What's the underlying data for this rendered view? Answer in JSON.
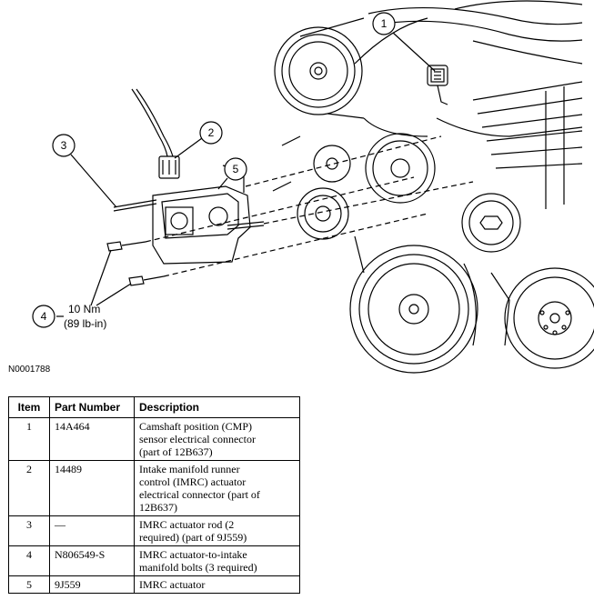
{
  "figure": {
    "id": "N0001788",
    "callouts": [
      "1",
      "2",
      "3",
      "4",
      "5"
    ],
    "torque": {
      "nm": "10 Nm",
      "lbin": "(89 lb-in)"
    }
  },
  "table": {
    "headers": {
      "item": "Item",
      "part_number": "Part Number",
      "description": "Description"
    },
    "rows": [
      {
        "item": "1",
        "part_number": "14A464",
        "description_lines": [
          "Camshaft position (CMP)",
          "sensor electrical connector",
          "(part of 12B637)"
        ]
      },
      {
        "item": "2",
        "part_number": "14489",
        "description_lines": [
          "Intake manifold runner",
          "control (IMRC) actuator",
          "electrical connector (part of",
          "12B637)"
        ]
      },
      {
        "item": "3",
        "part_number": "—",
        "description_lines": [
          "IMRC actuator rod (2",
          "required) (part of 9J559)"
        ]
      },
      {
        "item": "4",
        "part_number": "N806549-S",
        "description_lines": [
          "IMRC actuator-to-intake",
          "manifold bolts (3 required)"
        ]
      },
      {
        "item": "5",
        "part_number": "9J559",
        "description_lines": [
          "IMRC actuator"
        ]
      }
    ]
  }
}
